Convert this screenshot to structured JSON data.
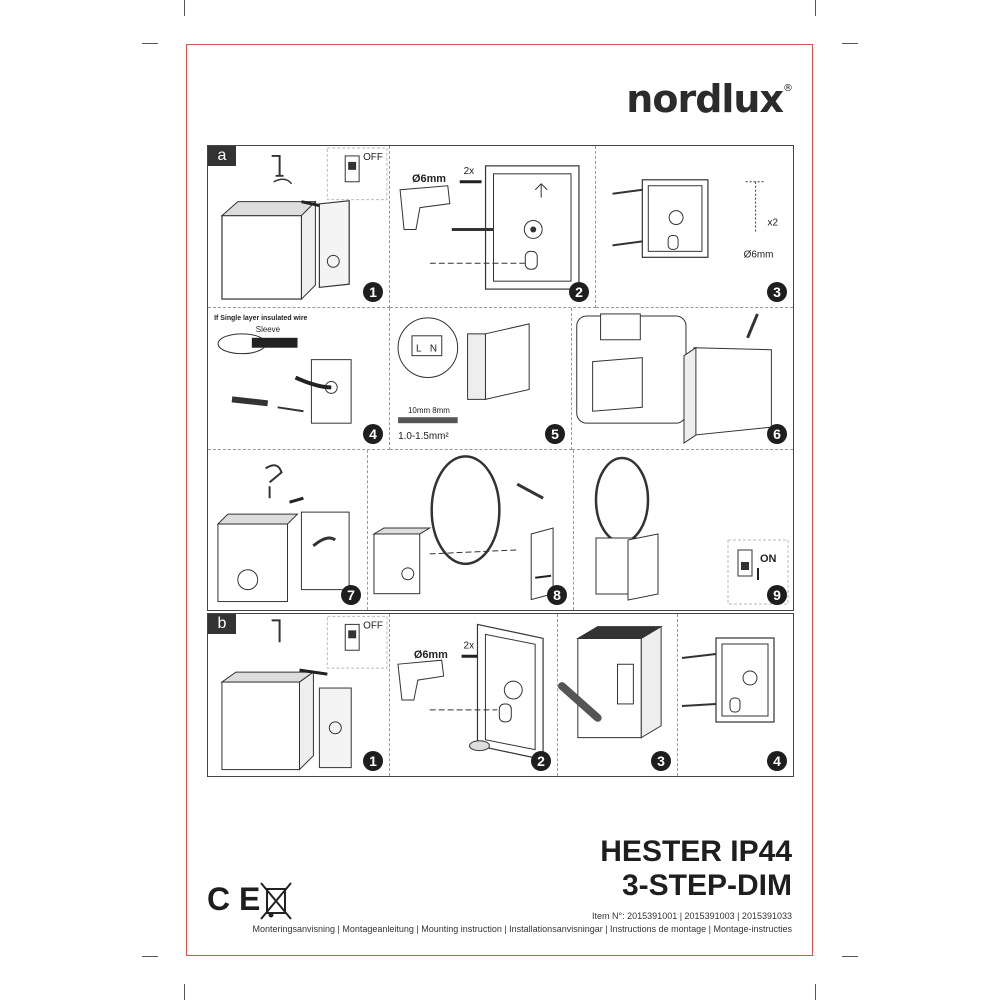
{
  "brand": {
    "logo": "nordlux",
    "reg": "®"
  },
  "section_a": {
    "label": "a",
    "steps": [
      "1",
      "2",
      "3",
      "4",
      "5",
      "6",
      "7",
      "8",
      "9"
    ],
    "labels": {
      "off": "OFF",
      "drill": "Ø6mm",
      "times2": "2x",
      "x2": "x2",
      "drill2": "Ø6mm",
      "single_layer": "If Single layer insulated wire",
      "sleeve": "Sleeve",
      "strip": "10mm  8mm",
      "wire": "1.0-1.5mm²",
      "L": "L",
      "N": "N",
      "on": "ON"
    }
  },
  "section_b": {
    "label": "b",
    "steps": [
      "1",
      "2",
      "3",
      "4"
    ],
    "labels": {
      "off": "OFF",
      "drill": "Ø6mm",
      "times2": "2x"
    }
  },
  "product": {
    "name": "HESTER IP44",
    "subtitle": "3-STEP-DIM",
    "item_no": "Item N°: 2015391001 | 2015391003 | 2015391033",
    "languages": "Monteringsanvisning | Montageanleitung | Mounting instruction | Installationsanvisningar | Instructions de montage | Montage-instructies"
  },
  "marks": {
    "ce": "C E"
  }
}
